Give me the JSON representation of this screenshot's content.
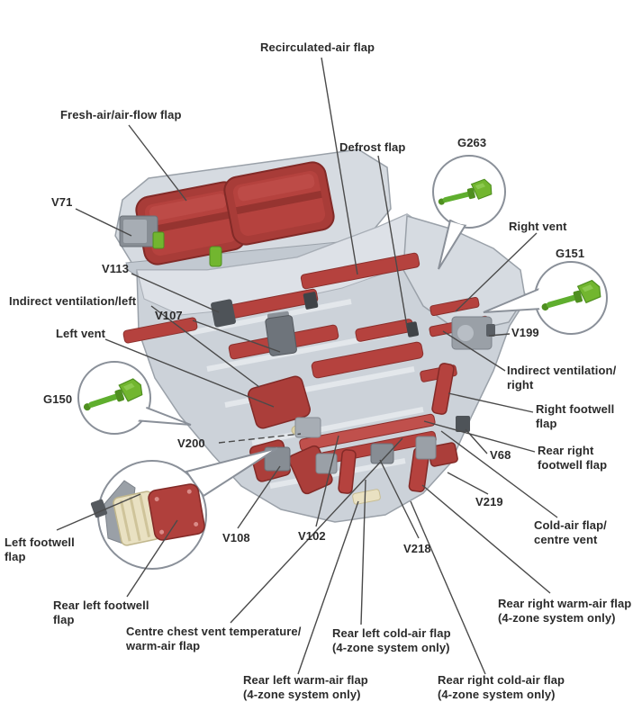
{
  "diagram": {
    "type": "exploded-parts-diagram",
    "subject": "HVAC air distribution unit with flap actuators and sensors",
    "colors": {
      "background": "#ffffff",
      "flap_red": "#b5423e",
      "flap_red_dark": "#8a2f2c",
      "body_gray": "#ccd2d9",
      "body_gray_light": "#dde1e7",
      "sensor_green": "#72b62f",
      "label_text": "#2b2b2b",
      "leader_line": "#4a4a4a",
      "callout_ring": "#8a9099",
      "heat_exchanger_beige": "#e9e1c2"
    }
  },
  "labels": {
    "recirculated_air_flap": {
      "text": "Recirculated-air flap"
    },
    "fresh_air_flap": {
      "text": "Fresh-air/air-flow flap"
    },
    "defrost_flap": {
      "text": "Defrost flap"
    },
    "g263": {
      "text": "G263"
    },
    "v71": {
      "text": "V71"
    },
    "right_vent": {
      "text": "Right vent"
    },
    "g151": {
      "text": "G151"
    },
    "v113": {
      "text": "V113"
    },
    "indirect_ventilation_left": {
      "text": "Indirect ventilation/left"
    },
    "v107": {
      "text": "V107"
    },
    "left_vent": {
      "text": "Left vent"
    },
    "v199": {
      "text": "V199"
    },
    "indirect_ventilation_right": {
      "text": "Indirect ventilation/\nright"
    },
    "g150": {
      "text": "G150"
    },
    "right_footwell_flap": {
      "text": "Right footwell\nflap"
    },
    "v200": {
      "text": "V200"
    },
    "v68": {
      "text": "V68"
    },
    "rear_right_footwell_flap": {
      "text": "Rear right\nfootwell flap"
    },
    "v219": {
      "text": "V219"
    },
    "cold_air_flap_centre_vent": {
      "text": "Cold-air flap/\ncentre vent"
    },
    "left_footwell_flap": {
      "text": "Left footwell\nflap"
    },
    "v108": {
      "text": "V108"
    },
    "v102": {
      "text": "V102"
    },
    "v218": {
      "text": "V218"
    },
    "rear_left_footwell_flap": {
      "text": "Rear left footwell\nflap"
    },
    "centre_chest_vent": {
      "text": "Centre chest vent temperature/\nwarm-air flap"
    },
    "rear_left_cold_air_flap": {
      "text": "Rear left cold-air flap\n(4-zone system only)"
    },
    "rear_right_warm_air_flap": {
      "text": "Rear right warm-air flap\n(4-zone system only)"
    },
    "rear_left_warm_air_flap": {
      "text": "Rear left warm-air flap\n(4-zone system only)"
    },
    "rear_right_cold_air_flap": {
      "text": "Rear right cold-air flap\n(4-zone system only)"
    }
  }
}
